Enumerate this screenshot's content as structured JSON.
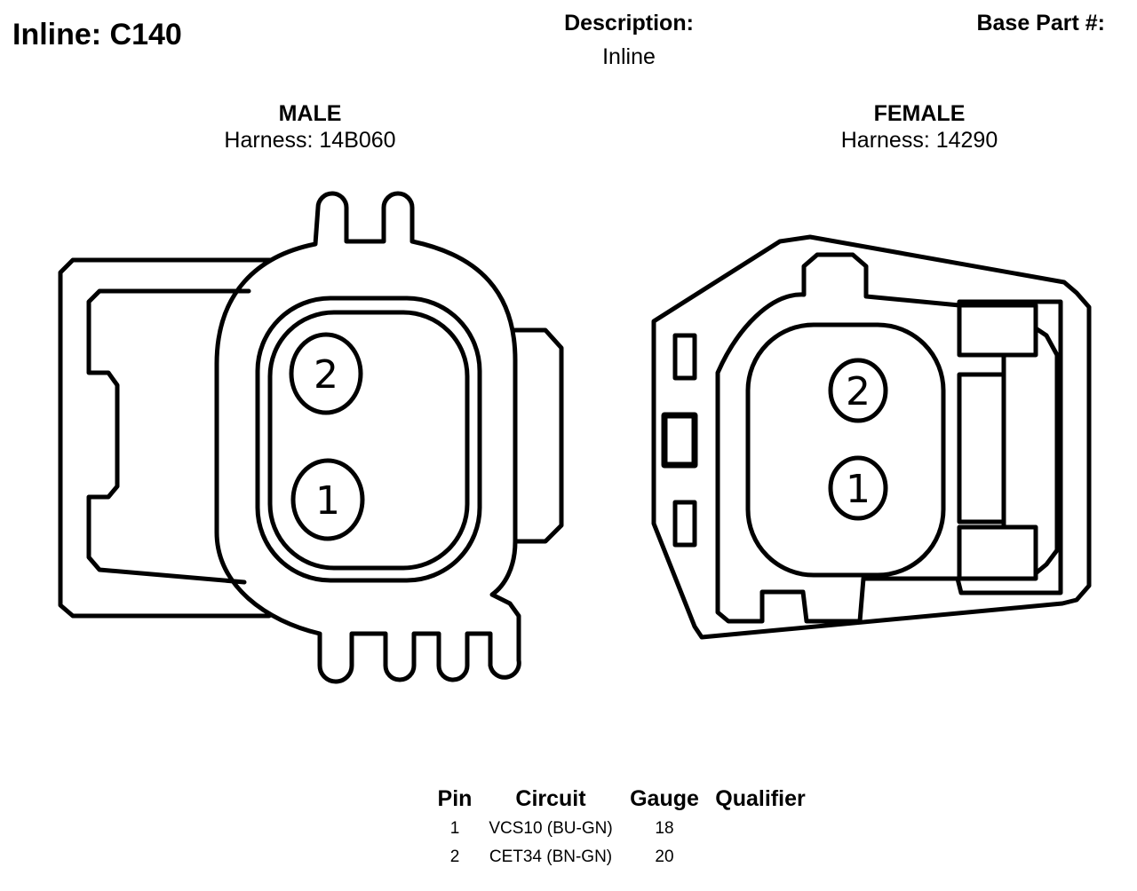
{
  "header": {
    "title": "Inline: C140",
    "description_label": "Description:",
    "description_value": "Inline",
    "base_part_label": "Base Part #:"
  },
  "connectors": {
    "male": {
      "gender": "MALE",
      "harness": "Harness: 14B060",
      "pins": [
        "2",
        "1"
      ]
    },
    "female": {
      "gender": "FEMALE",
      "harness": "Harness: 14290",
      "pins": [
        "2",
        "1"
      ]
    }
  },
  "pin_table": {
    "headers": [
      "Pin",
      "Circuit",
      "Gauge",
      "Qualifier"
    ],
    "rows": [
      {
        "pin": "1",
        "circuit": "VCS10 (BU-GN)",
        "gauge": "18",
        "qualifier": ""
      },
      {
        "pin": "2",
        "circuit": "CET34 (BN-GN)",
        "gauge": "20",
        "qualifier": ""
      }
    ]
  }
}
